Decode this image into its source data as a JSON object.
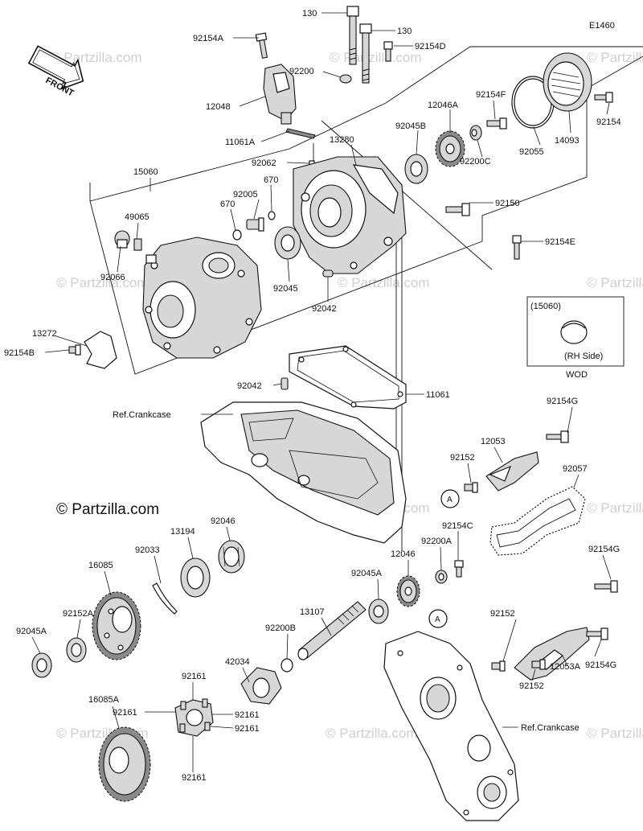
{
  "diagram_code": "E1460",
  "front_label": "FRONT",
  "credit": "© Partzilla.com",
  "watermark": "© Partzilla.com",
  "wod_box": {
    "ref": "(15060)",
    "side": "(RH Side)",
    "caption": "WOD"
  },
  "labels": {
    "p130a": "130",
    "p130b": "130",
    "p92154A": "92154A",
    "p92154D": "92154D",
    "p92200": "92200",
    "p12048": "12048",
    "p11061A": "11061A",
    "p92062": "92062",
    "p13280": "13280",
    "p92045B": "92045B",
    "p12046A": "12046A",
    "p92154F": "92154F",
    "p92200C": "92200C",
    "p92055": "92055",
    "p14093": "14093",
    "p92154": "92154",
    "p15060": "15060",
    "p670a": "670",
    "p670b": "670",
    "p92005": "92005",
    "p49065": "49065",
    "p92066": "92066",
    "p92150": "92150",
    "p92154E": "92154E",
    "p92045": "92045",
    "p92042a": "92042",
    "p13272": "13272",
    "p92154B": "92154B",
    "p92042b": "92042",
    "p11061": "11061",
    "refCrankcase1": "Ref.Crankcase",
    "p92154G1": "92154G",
    "p12053": "12053",
    "p92152a": "92152",
    "p92057": "92057",
    "p92046": "92046",
    "p13194": "13194",
    "p92033": "92033",
    "p16085": "16085",
    "p92154C": "92154C",
    "p92200A": "92200A",
    "p12046": "12046",
    "p92045A1": "92045A",
    "p92154G2": "92154G",
    "p92152A": "92152A",
    "p92045A2": "92045A",
    "p13107": "13107",
    "p92200B": "92200B",
    "p42034": "42034",
    "p92152b": "92152",
    "p92154G3": "92154G",
    "p12053A": "12053A",
    "p92152c": "92152",
    "p92161a": "92161",
    "p92161b": "92161",
    "p92161c": "92161",
    "p92161d": "92161",
    "p92161e": "92161",
    "p16085A": "16085A",
    "refCrankcase2": "Ref.Crankcase",
    "circleA1": "A",
    "circleA2": "A"
  }
}
